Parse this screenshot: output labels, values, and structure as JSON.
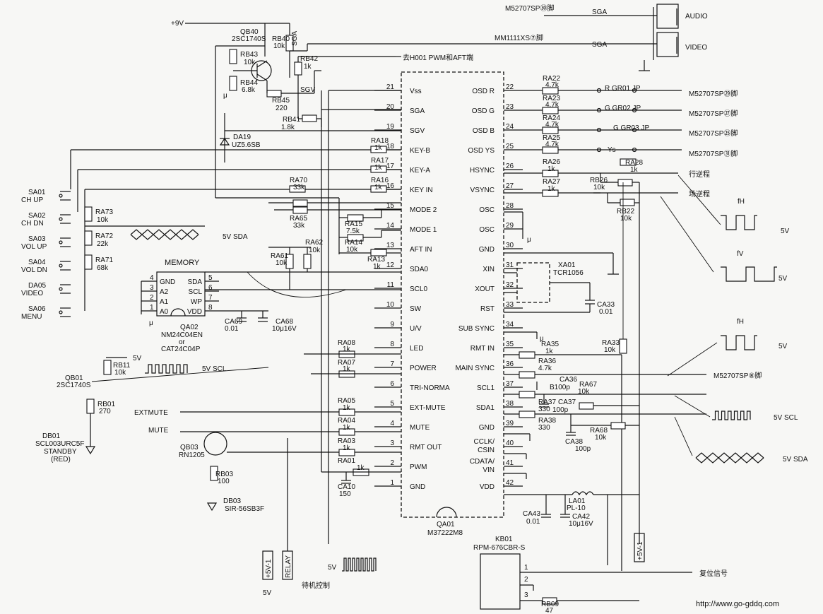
{
  "ic": {
    "ref": "QA01",
    "part": "M37222M8",
    "left_pins": [
      {
        "num": "21",
        "name": "Vss"
      },
      {
        "num": "20",
        "name": "SGA"
      },
      {
        "num": "19",
        "name": "SGV"
      },
      {
        "num": "18",
        "name": "KEY-B"
      },
      {
        "num": "17",
        "name": "KEY-A"
      },
      {
        "num": "16",
        "name": "KEY IN"
      },
      {
        "num": "15",
        "name": "MODE 2"
      },
      {
        "num": "14",
        "name": "MODE 1"
      },
      {
        "num": "13",
        "name": "AFT IN"
      },
      {
        "num": "12",
        "name": "SDA0"
      },
      {
        "num": "11",
        "name": "SCL0"
      },
      {
        "num": "10",
        "name": "SW"
      },
      {
        "num": "9",
        "name": "U/V"
      },
      {
        "num": "8",
        "name": "LED"
      },
      {
        "num": "7",
        "name": "POWER"
      },
      {
        "num": "6",
        "name": "TRI-NORMA"
      },
      {
        "num": "5",
        "name": "EXT-MUTE"
      },
      {
        "num": "4",
        "name": "MUTE"
      },
      {
        "num": "3",
        "name": "RMT OUT"
      },
      {
        "num": "2",
        "name": "PWM"
      },
      {
        "num": "1",
        "name": "GND"
      }
    ],
    "right_pins": [
      {
        "num": "22",
        "name": "OSD R"
      },
      {
        "num": "23",
        "name": "OSD G"
      },
      {
        "num": "24",
        "name": "OSD B"
      },
      {
        "num": "25",
        "name": "OSD YS"
      },
      {
        "num": "26",
        "name": "HSYNC"
      },
      {
        "num": "27",
        "name": "VSYNC"
      },
      {
        "num": "28",
        "name": "OSC"
      },
      {
        "num": "29",
        "name": "OSC"
      },
      {
        "num": "30",
        "name": "GND"
      },
      {
        "num": "31",
        "name": "XIN"
      },
      {
        "num": "32",
        "name": "XOUT"
      },
      {
        "num": "33",
        "name": "RST"
      },
      {
        "num": "34",
        "name": "SUB SYNC"
      },
      {
        "num": "35",
        "name": "RMT IN"
      },
      {
        "num": "36",
        "name": "MAIN SYNC"
      },
      {
        "num": "37",
        "name": "SCL1"
      },
      {
        "num": "38",
        "name": "SDA1"
      },
      {
        "num": "39",
        "name": "GND"
      },
      {
        "num": "40",
        "name": "CCLK/ CSIN"
      },
      {
        "num": "41",
        "name": "CDATA/ VIN"
      },
      {
        "num": "42",
        "name": "VDD"
      }
    ]
  },
  "top": {
    "supply": "+9V",
    "qb40": "QB40",
    "qb40_part": "2SC1740S",
    "rb40": "RB40",
    "rb40_val": "10k",
    "sga_v": "SGA",
    "rb43": "RB43",
    "rb43_val": "10k",
    "rb44": "RB44",
    "rb44_val": "6.8k",
    "rb42": "RB42",
    "rb42_val": "1k",
    "rb45": "RB45",
    "rb45_val": "220",
    "sgv": "SGV",
    "rb41": "RB41",
    "rb41_val": "1.8k",
    "da19": "DA19",
    "da19_part": "UZ5.6SB",
    "pwm_note": "去H001 PWM和AFT端",
    "audio_ref": "M52707SP㉚脚",
    "video_ref": "MM1111XS⑦脚",
    "sga1": "SGA",
    "sga2": "SGA",
    "audio": "AUDIO",
    "video": "VIDEO"
  },
  "keys": [
    {
      "ref": "SA01",
      "name": "CH UP"
    },
    {
      "ref": "SA02",
      "name": "CH DN"
    },
    {
      "ref": "SA03",
      "name": "VOL UP"
    },
    {
      "ref": "SA04",
      "name": "VOL DN"
    },
    {
      "ref": "DA05",
      "name": "VIDEO"
    },
    {
      "ref": "SA06",
      "name": "MENU"
    }
  ],
  "keyres": {
    "ra73": "RA73",
    "ra73_val": "10k",
    "ra72": "RA72",
    "ra72_val": "22k",
    "ra71": "RA71",
    "ra71_val": "68k",
    "ra70": "RA70",
    "ra70_val": "33k",
    "ra65": "RA65",
    "ra65_val": "33k",
    "ra18": "RA18",
    "ra18_val": "1k",
    "ra17": "RA17",
    "ra17_val": "1k",
    "ra16": "RA16",
    "ra16_val": "1k",
    "ra15": "RA15",
    "ra15_val": "7.5k",
    "ra14": "RA14",
    "ra14_val": "10k",
    "ra13": "RA13",
    "ra13_val": "1k",
    "ra62": "RA62",
    "ra62_val": "10k",
    "ra61": "RA61",
    "ra61_val": "10k",
    "sda_wave": "5V SDA"
  },
  "memory": {
    "title": "MEMORY",
    "pins_left": [
      "GND",
      "A2",
      "A1",
      "A0"
    ],
    "nums_left": [
      "4",
      "3",
      "2",
      "1"
    ],
    "pins_right": [
      "SDA",
      "SCL",
      "WP",
      "VDD"
    ],
    "nums_right": [
      "5",
      "6",
      "7",
      "8"
    ],
    "ref": "QA02",
    "part1": "NM24C04EN",
    "or": "or",
    "part2": "CAT24C04P",
    "ca69": "CA69",
    "ca69_val": "0.01",
    "ca68": "CA68",
    "ca68_val": "10μ16V"
  },
  "left_bottom": {
    "v5": "5V",
    "rb11": "RB11",
    "rb11_val": "10k",
    "qb01": "QB01",
    "qb01_part": "2SC1740S",
    "scl_wave": "5V SCL",
    "rb01": "RB01",
    "rb01_val": "270",
    "db01": "DB01",
    "db01_part": "SCL003URC5F",
    "standby": "STANDBY",
    "red": "(RED)",
    "extmute": "EXTMUTE",
    "mute": "MUTE",
    "qb03": "QB03",
    "qb03_part": "RN1205",
    "rb03": "RB03",
    "rb03_val": "100",
    "db03": "DB03",
    "db03_part": "SIR-56SB3F",
    "ra08": "RA08",
    "ra08_val": "1k",
    "ra07": "RA07",
    "ra07_val": "1k",
    "ra05": "RA05",
    "ra05_val": "1k",
    "ra04": "RA04",
    "ra04_val": "1k",
    "ra03": "RA03",
    "ra03_val": "1k",
    "ra01": "RA01",
    "ra01_val": "1k",
    "ca10": "CA10",
    "ca10_val": "150",
    "plus5v": "+5V-1",
    "relay": "RELAY",
    "v5_bottom": "5V",
    "pwm_wave": "5V",
    "standby_ctrl": "待机控制"
  },
  "right": {
    "ra22": "RA22",
    "ra22_val": "4.7k",
    "ra23": "RA23",
    "ra23_val": "4.7k",
    "ra24": "RA24",
    "ra24_val": "4.7k",
    "ra25": "RA25",
    "ra25_val": "4.7k",
    "ra26": "RA26",
    "ra26_val": "1k",
    "ra27": "RA27",
    "ra27_val": "1k",
    "ra28": "RA28",
    "ra28_val": "1k",
    "rb26": "RB26",
    "rb26_val": "10k",
    "rb22": "RB22",
    "rb22_val": "10k",
    "r_line": "R  GR01 JP",
    "g_line": "G GR02 JP",
    "b_line": "G GR03 JP",
    "ys": "Ys",
    "out_r": "M52707SP㉙脚",
    "out_g": "M52707SP㉗脚",
    "out_b": "M52707SP㉕脚",
    "out_ys": "M52707SP㉛脚",
    "h_pulse": "行逆程",
    "v_pulse": "场逆程",
    "xa01": "XA01",
    "xa01_part": "TCR1056",
    "ca33": "CA33",
    "ca33_val": "0.01",
    "ra35": "RA35",
    "ra35_val": "1k",
    "ra33": "RA33",
    "ra33_val": "10k",
    "ra36": "RA36",
    "ra36_val": "4.7k",
    "ca36": "CA36",
    "ca36_val": "B100p",
    "ra67": "RA67",
    "ra67_val": "10k",
    "ra37": "RA37",
    "ra37_val": "330",
    "ca37": "CA37",
    "ca37_val": "100p",
    "ra38": "RA38",
    "ra38_val": "330",
    "ca38": "CA38",
    "ca38_val": "100p",
    "ra68": "RA68",
    "ra68_val": "10k",
    "main_sync_ref": "M52707SP⑧脚",
    "la01": "LA01",
    "la01_part": "PL-10",
    "ca43": "CA43",
    "ca43_val": "0.01",
    "ca42": "CA42",
    "ca42_val": "10μ16V",
    "kb01": "KB01",
    "kb01_part": "RPM-676CBR-S",
    "rb09": "RB09",
    "rb09_val": "47",
    "reset": "复位信号",
    "plus5v": "+5V-1",
    "fh1": "fH",
    "fv": "fV",
    "fh2": "fH",
    "v5a": "5V",
    "v5b": "5V",
    "v5c": "5V",
    "scl_out": "5V  SCL",
    "sda_out": "5V SDA",
    "kb_pin1": "1",
    "kb_pin2": "2",
    "kb_pin3": "3"
  },
  "footer": {
    "url": "http://www.go-gddq.com"
  }
}
